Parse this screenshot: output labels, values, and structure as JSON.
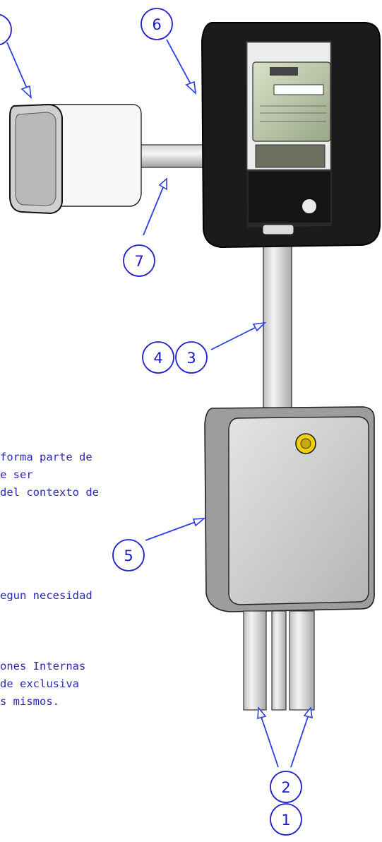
{
  "notes": [
    "forma parte de",
    "e ser",
    "del contexto de",
    "egun necesidad",
    "ones Internas",
    "de exclusiva",
    "s mismos."
  ],
  "callouts": {
    "top_left": "",
    "box": "6",
    "pipe_side": "7",
    "pipe_4": "4",
    "pipe_3": "3",
    "lower_box": "5",
    "bottom_2": "2",
    "bottom_1": "1"
  },
  "colors": {
    "callout_blue": "#2222cc",
    "note_blue": "#2a2ab8",
    "meter_box": "#1b1b1b",
    "grey_box": "#c9c9c9",
    "yellow_knob": "#f2d100"
  }
}
